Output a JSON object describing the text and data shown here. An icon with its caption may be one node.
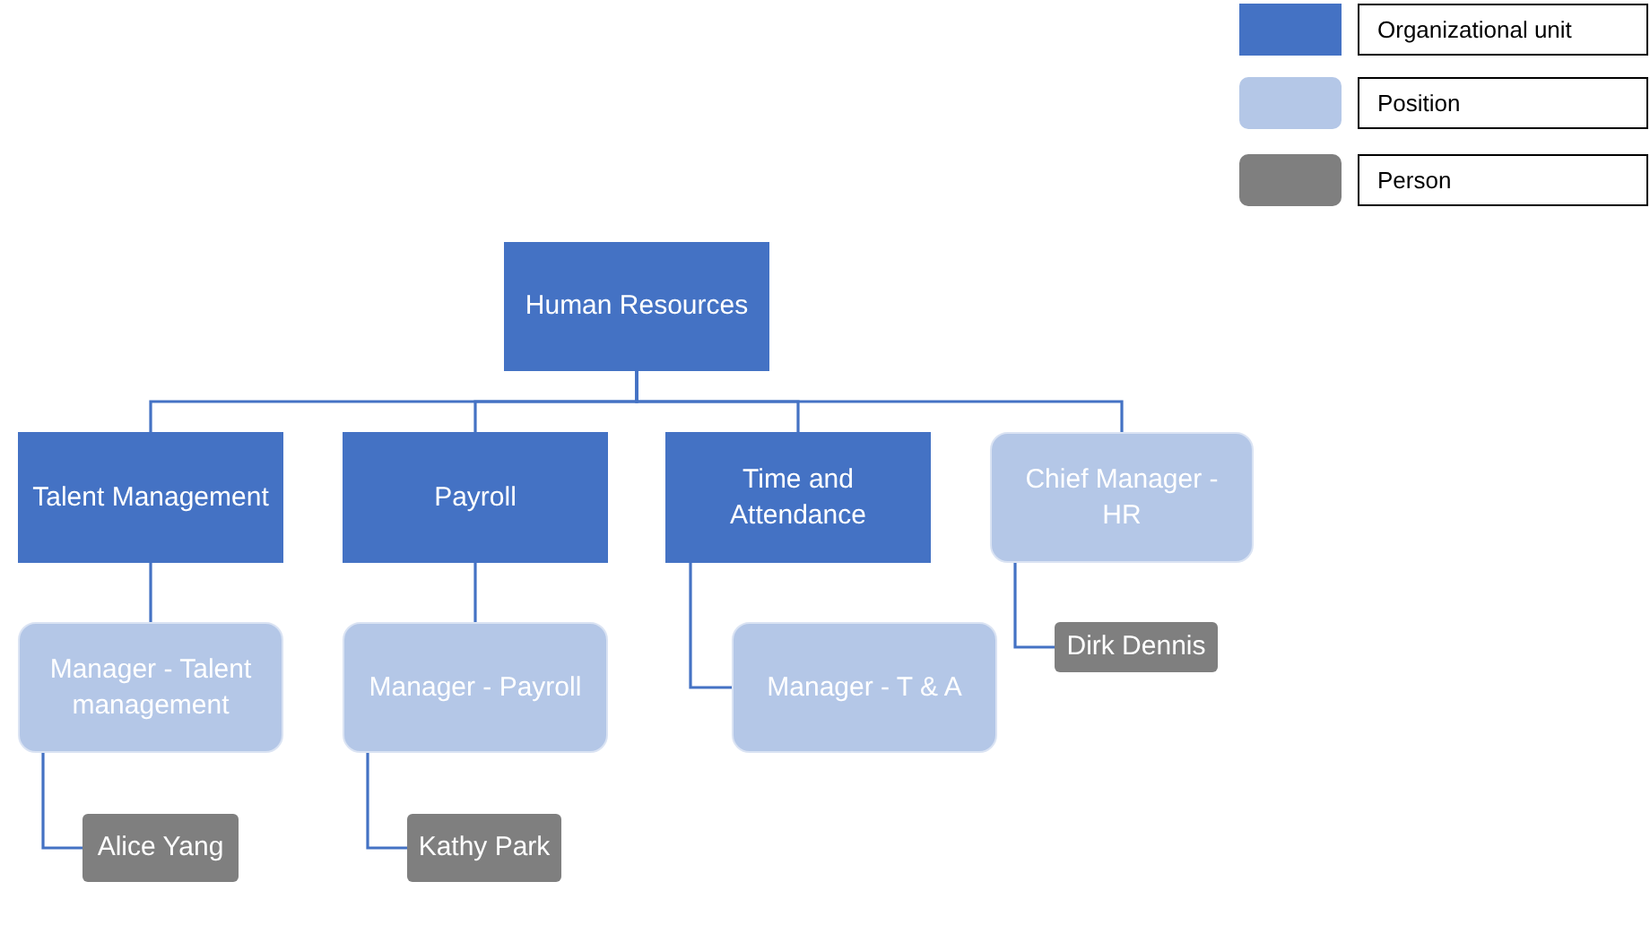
{
  "diagram": {
    "nodes": [
      {
        "text": [
          "Human  Resources"
        ]
      },
      {
        "text": [
          "Talent Management"
        ]
      },
      {
        "text": [
          "Payroll"
        ]
      },
      {
        "text": [
          "Time and Attendance"
        ]
      },
      {
        "text": [
          "Chief Manager - HR"
        ]
      },
      {
        "text": [
          "Manager - Talent management"
        ]
      },
      {
        "text": [
          "Manager - Payroll"
        ]
      },
      {
        "text": [
          "Manager - T & A"
        ]
      },
      {
        "text": [
          "Dirk Dennis"
        ]
      },
      {
        "text": [
          "Alice Yang"
        ]
      },
      {
        "text": [
          "Kathy Park"
        ]
      }
    ],
    "edges": [
      {
        "from": 0,
        "to": 1,
        "arrow": "none"
      },
      {
        "from": 0,
        "to": 2,
        "arrow": "none"
      },
      {
        "from": 0,
        "to": 3,
        "arrow": "none"
      },
      {
        "from": 0,
        "to": 4,
        "arrow": "none"
      },
      {
        "from": 1,
        "to": 5,
        "arrow": "none"
      },
      {
        "from": 2,
        "to": 6,
        "arrow": "none"
      },
      {
        "from": 3,
        "to": 7,
        "arrow": "none"
      },
      {
        "from": 4,
        "to": 8,
        "arrow": "none"
      },
      {
        "from": 5,
        "to": 9,
        "arrow": "none"
      },
      {
        "from": 6,
        "to": 10,
        "arrow": "none"
      }
    ],
    "legend": [
      {
        "text": "Organizational unit",
        "color": "#4472c4"
      },
      {
        "text": "Position",
        "color": "#b4c7e7"
      },
      {
        "text": "Person",
        "color": "#7f7f7f"
      }
    ]
  }
}
